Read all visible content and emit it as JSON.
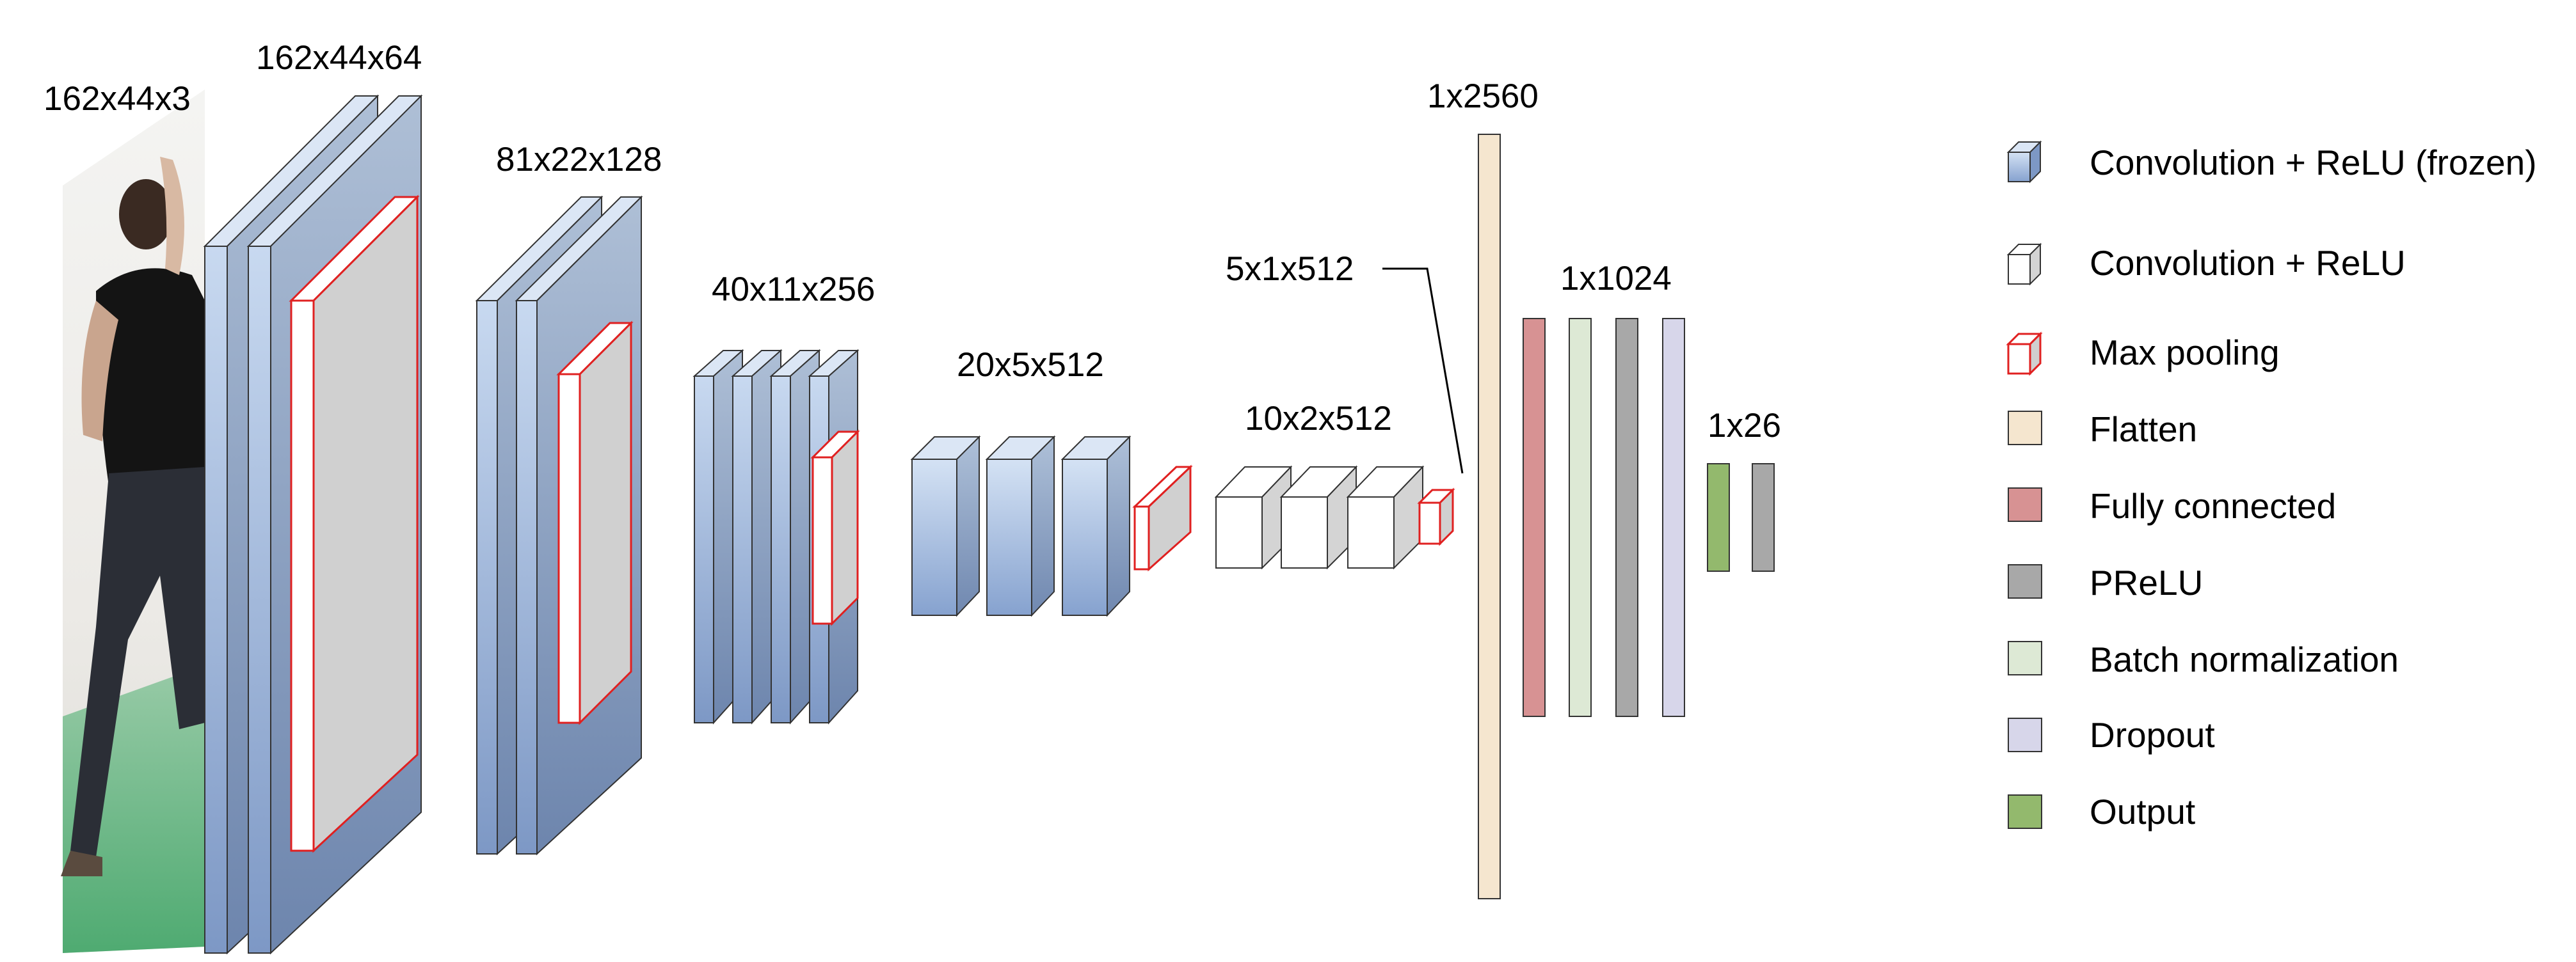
{
  "diagram": {
    "input_label": "162x44x3",
    "block_labels": {
      "b1": "162x44x64",
      "b2": "81x22x128",
      "b3": "40x11x256",
      "b4": "20x5x512",
      "b5": "10x2x512",
      "pool5": "5x1x512",
      "flatten": "1x2560",
      "fc": "1x1024",
      "output": "1x26"
    }
  },
  "legend": {
    "items": [
      {
        "id": "conv-frozen",
        "label": "Convolution + ReLU (frozen)",
        "color": "#a6c0e3"
      },
      {
        "id": "conv",
        "label": "Convolution + ReLU",
        "color": "#ffffff"
      },
      {
        "id": "maxpool",
        "label": "Max pooling",
        "color": "#ffffff"
      },
      {
        "id": "flatten",
        "label": "Flatten",
        "color": "#f5e6cf"
      },
      {
        "id": "fc",
        "label": "Fully connected",
        "color": "#d79293"
      },
      {
        "id": "prelu",
        "label": "PReLU",
        "color": "#a8a8a8"
      },
      {
        "id": "batchnorm",
        "label": "Batch normalization",
        "color": "#dde9d5"
      },
      {
        "id": "dropout",
        "label": "Dropout",
        "color": "#d7d6ea"
      },
      {
        "id": "output",
        "label": "Output",
        "color": "#93b96d"
      }
    ]
  },
  "colors": {
    "frozen_top": "#cbdcf2",
    "frozen_bottom": "#7c97c4",
    "pool_border": "#e02020",
    "pool_fill": "#d0d0d0",
    "flatten": "#f5e6cf",
    "fc": "#d79293",
    "batchnorm": "#dde9d5",
    "prelu": "#a8a8a8",
    "dropout": "#d7d6ea",
    "output": "#93b96d"
  }
}
